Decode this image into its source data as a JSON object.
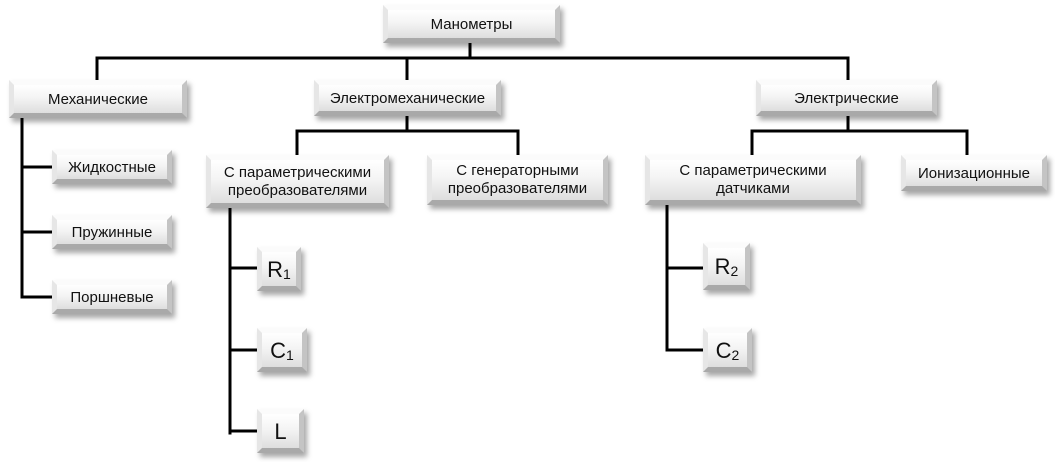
{
  "root": {
    "label": "Манометры"
  },
  "categories": {
    "mechanical": {
      "label": "Механические",
      "items": [
        "Жидкостные",
        "Пружинные",
        "Поршневые"
      ]
    },
    "electromechanical": {
      "label": "Электромеханические",
      "parametric": {
        "label": "С параметрическими преобразователями"
      },
      "generator": {
        "label": "С генераторными преобразователями"
      },
      "leaves": [
        {
          "letter": "R",
          "sub": "1"
        },
        {
          "letter": "C",
          "sub": "1"
        },
        {
          "letter": "L",
          "sub": ""
        }
      ]
    },
    "electrical": {
      "label": "Электрические",
      "parametric": {
        "label": "С параметрическими датчиками"
      },
      "ionization": {
        "label": "Ионизационные"
      },
      "leaves": [
        {
          "letter": "R",
          "sub": "2"
        },
        {
          "letter": "C",
          "sub": "2"
        }
      ]
    }
  }
}
